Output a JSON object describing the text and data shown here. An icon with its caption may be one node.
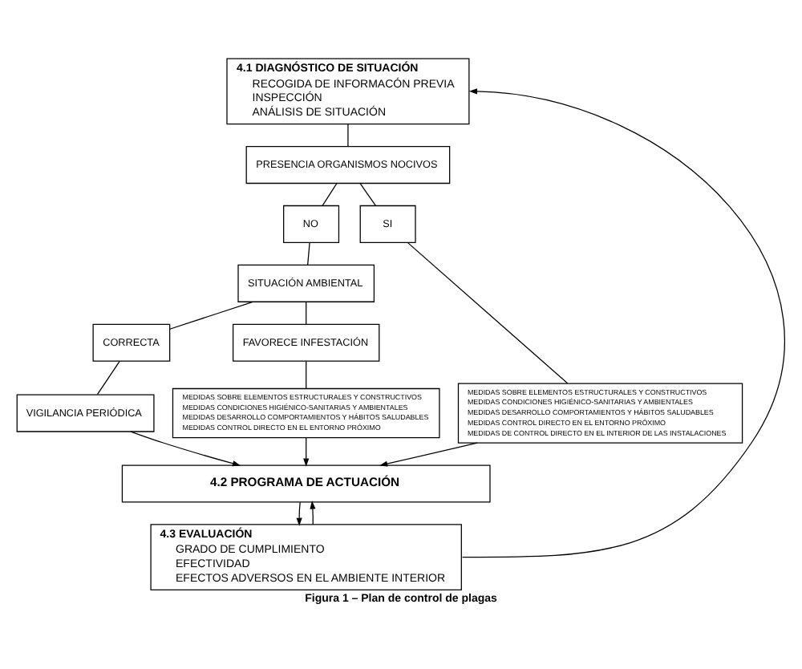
{
  "diagram": {
    "caption": "Figura 1 – Plan de control de plagas",
    "nodes": [
      {
        "text": [
          "4.1 DIAGNÓSTICO DE SITUACIÓN",
          "RECOGIDA DE INFORMACÓN PREVIA",
          "INSPECCIÓN",
          "ANÁLISIS DE SITUACIÓN"
        ]
      },
      {
        "text": [
          "PRESENCIA ORGANISMOS NOCIVOS"
        ]
      },
      {
        "text": [
          "NO"
        ]
      },
      {
        "text": [
          "SI"
        ]
      },
      {
        "text": [
          "SITUACIÓN AMBIENTAL"
        ]
      },
      {
        "text": [
          "CORRECTA"
        ]
      },
      {
        "text": [
          "FAVORECE INFESTACIÓN"
        ]
      },
      {
        "text": [
          "VIGILANCIA PERIÓDICA"
        ]
      },
      {
        "text": [
          "MEDIDAS SOBRE ELEMENTOS ESTRUCTURALES Y CONSTRUCTIVOS",
          "MEDIDAS CONDICIONES HIGIÉNICO-SANITARIAS Y AMBIENTALES",
          "MEDIDAS DESARROLLO COMPORTAMIENTOS Y HÁBITOS SALUDABLES",
          "MEDIDAS CONTROL DIRECTO EN EL ENTORNO PRÓXIMO"
        ]
      },
      {
        "text": [
          "MEDIDAS SOBRE ELEMENTOS ESTRUCTURALES Y CONSTRUCTIVOS",
          "MEDIDAS CONDICIONES HIGIÉNICO-SANITARIAS Y AMBIENTALES",
          "MEDIDAS DESARROLLO COMPORTAMIENTOS Y HÁBITOS SALUDABLES",
          "MEDIDAS CONTROL DIRECTO EN EL ENTORNO PRÓXIMO",
          "MEDIDAS DE CONTROL DIRECTO EN EL INTERIOR DE LAS INSTALACIONES"
        ]
      },
      {
        "text": [
          "4.2 PROGRAMA DE ACTUACIÓN"
        ]
      },
      {
        "text": [
          "4.3 EVALUACIÓN",
          "GRADO DE CUMPLIMIENTO",
          "EFECTIVIDAD",
          "EFECTOS ADVERSOS EN EL AMBIENTE INTERIOR"
        ]
      }
    ],
    "edges": [
      {
        "from": 0,
        "to": 1,
        "arrow": "none"
      },
      {
        "from": 1,
        "to": 2,
        "arrow": "none"
      },
      {
        "from": 1,
        "to": 3,
        "arrow": "none"
      },
      {
        "from": 2,
        "to": 4,
        "arrow": "none"
      },
      {
        "from": 4,
        "to": 5,
        "arrow": "none"
      },
      {
        "from": 4,
        "to": 6,
        "arrow": "none"
      },
      {
        "from": 5,
        "to": 7,
        "arrow": "none"
      },
      {
        "from": 6,
        "to": 8,
        "arrow": "none"
      },
      {
        "from": 3,
        "to": 9,
        "arrow": "none"
      },
      {
        "from": 7,
        "to": 10,
        "arrow": "to"
      },
      {
        "from": 8,
        "to": 10,
        "arrow": "to"
      },
      {
        "from": 9,
        "to": 10,
        "arrow": "to"
      },
      {
        "from": 10,
        "to": 11,
        "arrow": "to"
      },
      {
        "from": 11,
        "to": 10,
        "arrow": "to"
      },
      {
        "from": 11,
        "to": 0,
        "arrow": "to"
      }
    ]
  }
}
